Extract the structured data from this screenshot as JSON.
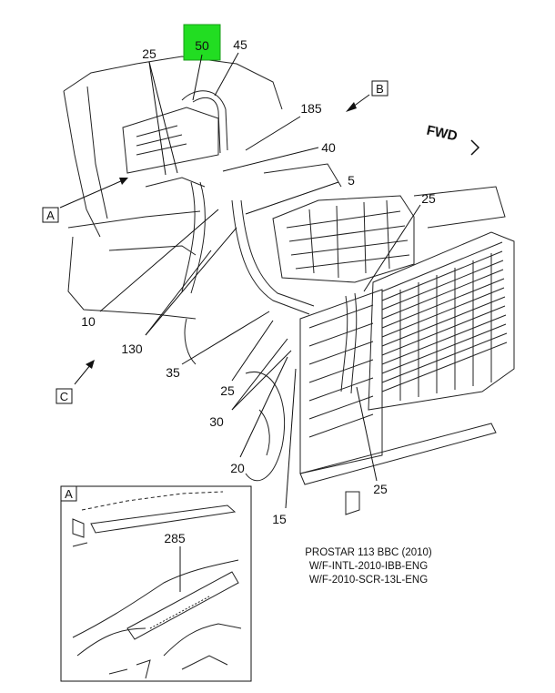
{
  "highlight": {
    "label": "50",
    "color": "#22dd22"
  },
  "callouts": [
    "25",
    "45",
    "185",
    "40",
    "5",
    "25",
    "10",
    "130",
    "35",
    "25",
    "30",
    "20",
    "15",
    "25",
    "285"
  ],
  "views": {
    "a": "A",
    "b": "B",
    "c": "C",
    "inset": "A"
  },
  "fwd": "FWD",
  "caption": [
    "PROSTAR 113 BBC (2010)",
    "W/F-INTL-2010-IBB-ENG",
    "W/F-2010-SCR-13L-ENG"
  ]
}
